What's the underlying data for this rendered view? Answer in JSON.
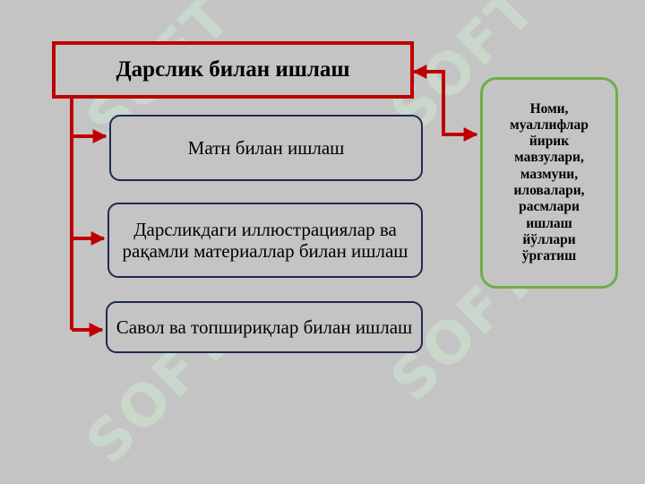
{
  "watermark": {
    "text": "SOFT"
  },
  "diagram": {
    "title": "Дарслик билан ишлаш",
    "items": [
      {
        "text": "Матн билан ишлаш"
      },
      {
        "text": "Дарсликдаги иллюстрациялар ва рақамли материаллар билан ишлаш"
      },
      {
        "text": "Савол ва топшириқлар билан ишлаш"
      }
    ],
    "side_note": "Номи,\nмуаллифлар\nйирик\nмавзулари,\nмазмуни,\nиловалари,\nрасмлари\nишлаш\nйўллари\nўргатиш"
  },
  "colors": {
    "arrow": "#c00000",
    "title_border": "#c00000",
    "box_border": "#1f2a55",
    "side_border": "#70ad47",
    "background": "#c4c4c4"
  }
}
